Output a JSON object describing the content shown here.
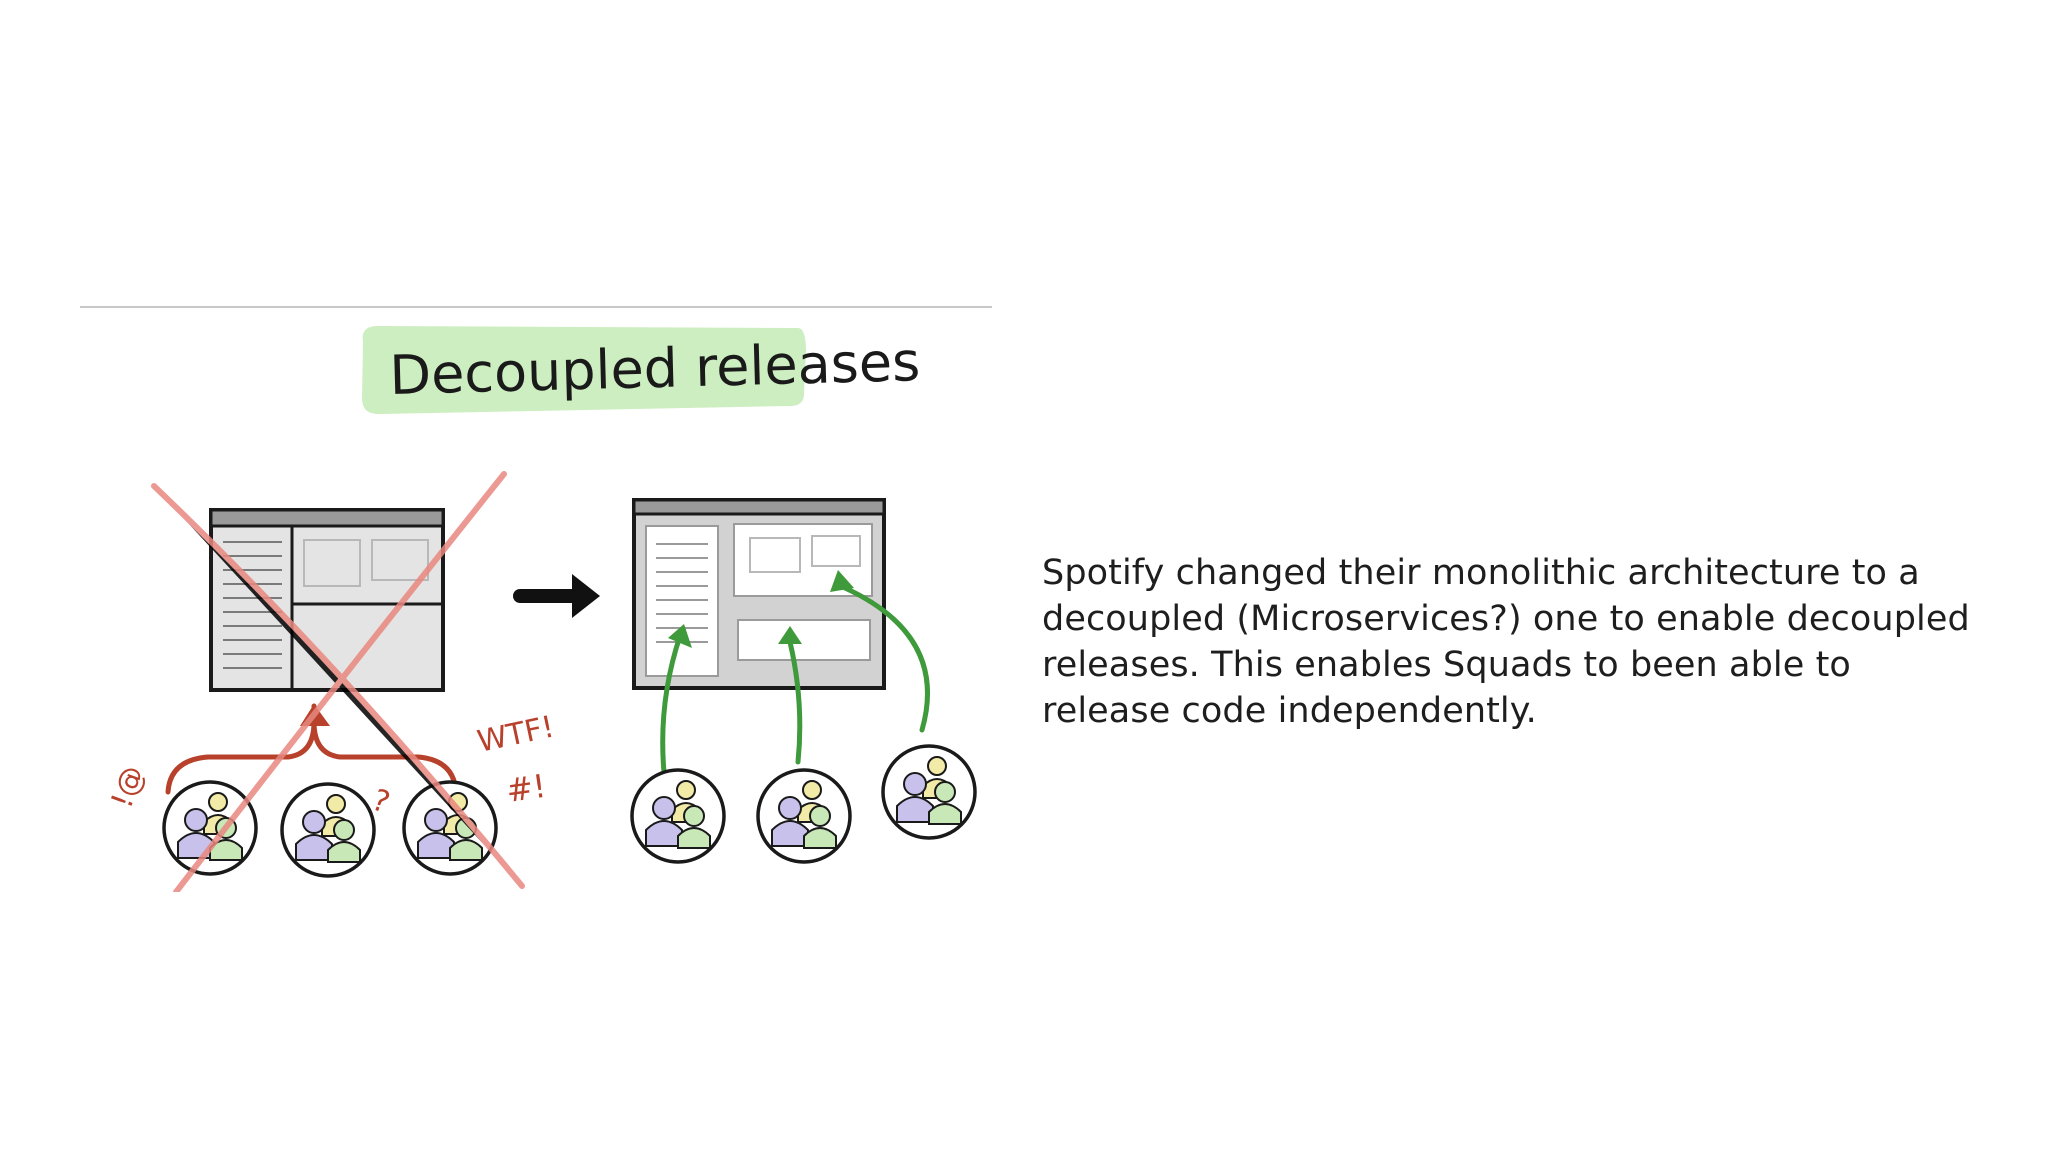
{
  "slide": {
    "caption": "Spotify changed their monolithic architecture to a decoupled (Microservices?) one to enable decoupled releases. This enables Squads to been able to release code independently."
  },
  "illustration": {
    "title": "Decoupled releases",
    "annotations": {
      "exclaim_at": "!@",
      "wtf": "WTF!",
      "hash_bang": "#!",
      "question": "?"
    },
    "colors": {
      "title_highlight": "#cdeec0",
      "cross_out": "#e8887f",
      "blocked_arrow": "#b8412c",
      "release_arrow": "#3f9a3c",
      "person_purple": "#c7c1ec",
      "person_green": "#c9e8b8",
      "person_yellow": "#f2eaa7",
      "ink": "#1a1a1a"
    },
    "icons": [
      "arrow-right-icon",
      "team-icon",
      "cross-out-icon"
    ]
  }
}
